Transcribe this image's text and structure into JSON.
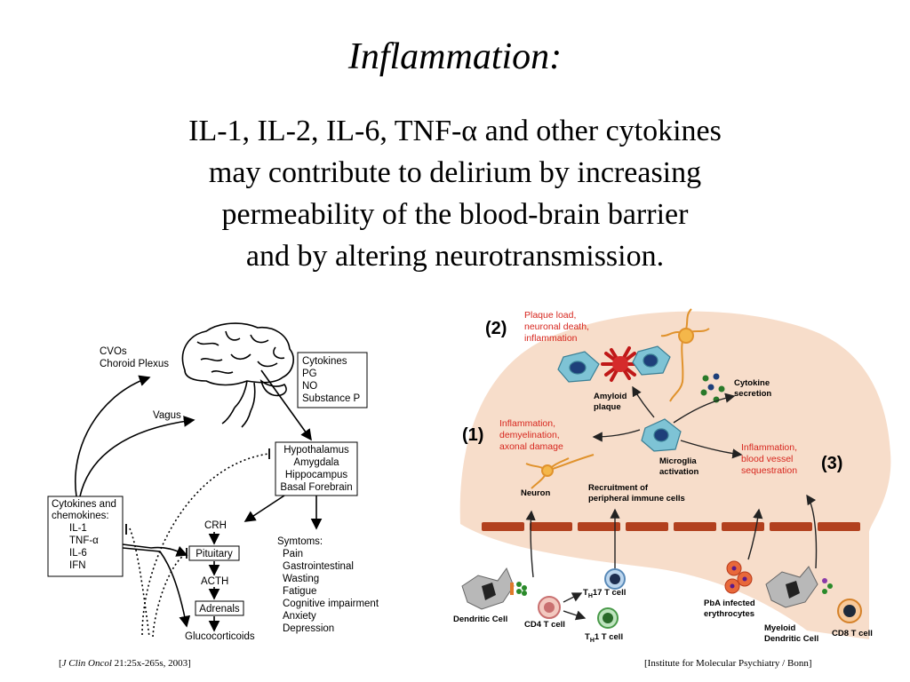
{
  "slide": {
    "title": "Inflammation:",
    "body_lines": [
      "IL-1, IL-2, IL-6, TNF-α and other cytokines",
      "may contribute to delirium by increasing",
      "permeability of the blood-brain barrier",
      "and by altering neurotransmission."
    ]
  },
  "left_figure": {
    "cvos": [
      "CVOs",
      "Choroid Plexus"
    ],
    "vagus": "Vagus",
    "mediators": [
      "Cytokines",
      "PG",
      "NO",
      "Substance P"
    ],
    "brain_regions": [
      "Hypothalamus",
      "Amygdala",
      "Hippocampus",
      "Basal Forebrain"
    ],
    "cytokines": [
      "Cytokines and",
      "chemokines:",
      "IL-1",
      "TNF-α",
      "IL-6",
      "IFN"
    ],
    "crh": "CRH",
    "pituitary": "Pituitary",
    "acth": "ACTH",
    "adrenals": "Adrenals",
    "glucocorticoids": "Glucocorticoids",
    "symptoms": [
      "Symtoms:",
      "Pain",
      "Gastrointestinal",
      "Wasting",
      "Fatigue",
      "Cognitive impairment",
      "Anxiety",
      "Depression"
    ]
  },
  "right_figure": {
    "label_2": "(2)",
    "label_1": "(1)",
    "label_3": "(3)",
    "plaque_text": [
      "Plaque load,",
      "neuronal death,",
      "inflammation"
    ],
    "amyloid": [
      "Amyloid",
      "plaque"
    ],
    "cytokine_secretion": [
      "Cytokine",
      "secretion"
    ],
    "inflammation_1": [
      "Inflammation,",
      "demyelination,",
      "axonal damage"
    ],
    "microglia": [
      "Microglia",
      "activation"
    ],
    "inflammation_3": [
      "Inflammation,",
      "blood vessel",
      "sequestration"
    ],
    "neuron": "Neuron",
    "recruitment": [
      "Recruitment of",
      "peripheral immune cells"
    ],
    "dendritic": "Dendritic Cell",
    "cd4": "CD4 T cell",
    "th17_main": "T",
    "th17_sub": "H",
    "th17_rest": "17 T cell",
    "th1_main": "T",
    "th1_sub": "H",
    "th1_rest": "1 T cell",
    "pba": [
      "PbA infected",
      "erythrocytes"
    ],
    "myeloid": [
      "Myeloid",
      "Dendritic Cell"
    ],
    "cd8": "CD8 T cell"
  },
  "citations": {
    "left_open": "[",
    "left_journal": "J Clin Oncol",
    "left_rest": " 21:25x-265s, 2003]",
    "right": "[Institute for Molecular Psychiatry / Bonn]"
  },
  "colors": {
    "red_label": "#d7261e",
    "brain_bg": "#f7ddca",
    "barrier": "#b2401e",
    "microglia": "#7ec3d5",
    "plaque": "#d52b2b"
  }
}
